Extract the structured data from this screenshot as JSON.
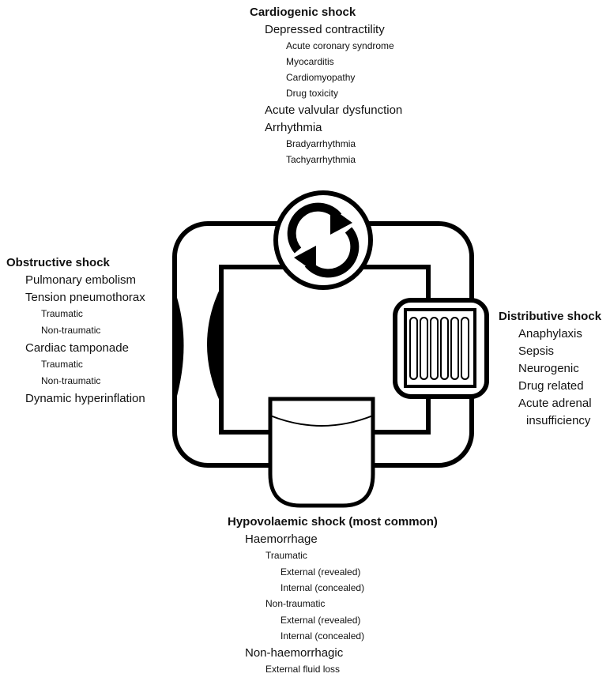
{
  "cardiogenic": {
    "title": "Cardiogenic shock",
    "depressed": "Depressed contractility",
    "acs": "Acute coronary syndrome",
    "myocarditis": "Myocarditis",
    "cardiomyopathy": "Cardiomyopathy",
    "drug_toxicity": "Drug toxicity",
    "valvular": "Acute valvular dysfunction",
    "arrhythmia": "Arrhythmia",
    "brady": "Bradyarrhythmia",
    "tachy": "Tachyarrhythmia"
  },
  "obstructive": {
    "title": "Obstructive shock",
    "pe": "Pulmonary embolism",
    "tension": "Tension pneumothorax",
    "tension_traumatic": "Traumatic",
    "tension_non_traumatic": "Non-traumatic",
    "tamponade": "Cardiac tamponade",
    "tamponade_traumatic": "Traumatic",
    "tamponade_non_traumatic": "Non-traumatic",
    "hyperinflation": "Dynamic hyperinflation"
  },
  "distributive": {
    "title": "Distributive shock",
    "anaphylaxis": "Anaphylaxis",
    "sepsis": "Sepsis",
    "neurogenic": "Neurogenic",
    "drug_related": "Drug related",
    "adrenal_1": "Acute adrenal",
    "adrenal_2": "insufficiency"
  },
  "hypovolaemic": {
    "title": "Hypovolaemic shock (most common)",
    "haemorrhage": "Haemorrhage",
    "traumatic": "Traumatic",
    "external_1": "External (revealed)",
    "internal_1": "Internal (concealed)",
    "non_traumatic": "Non-traumatic",
    "external_2": "External (revealed)",
    "internal_2": "Internal (concealed)",
    "non_haemorrhagic": "Non-haemorrhagic",
    "fluid_loss": "External fluid loss"
  },
  "icons": {
    "pump": "circular-arrows-icon",
    "obstruction": "obstruction-icon",
    "vessels": "dilated-vessels-icon",
    "reservoir": "fluid-reservoir-icon"
  },
  "colors": {
    "stroke": "#000000",
    "background": "#ffffff"
  }
}
